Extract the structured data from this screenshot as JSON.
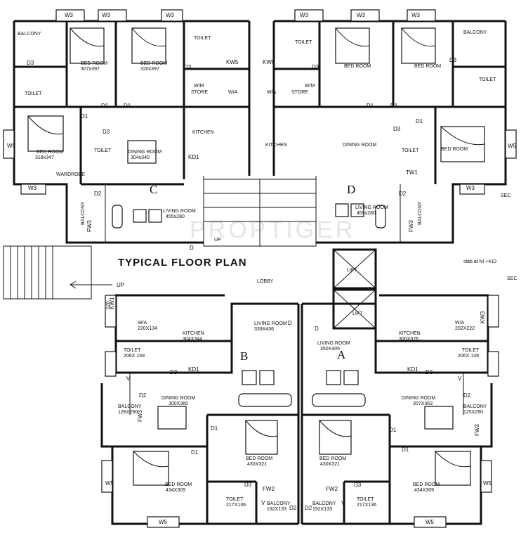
{
  "title": "TYPICAL FLOOR PLAN",
  "watermark": "PROPTIGER",
  "notes": {
    "slab": "slab at lvl +410",
    "lobby": "LOBBY",
    "up1": "UP",
    "up2": "UP"
  },
  "flats": [
    "A",
    "B",
    "C",
    "D"
  ],
  "rooms": {
    "c_balcony_top": "BALCONY",
    "c_bed1": "BED ROOM",
    "c_bed1_size": "307x397",
    "c_bed2": "BED ROOM",
    "c_bed2_size": "320x397",
    "c_toilet1": "TOILET",
    "c_toilet2": "TOILET",
    "c_toilet3": "TOILET",
    "c_store": "STORE",
    "c_wm": "W/M",
    "c_wa": "W/A",
    "c_kitchen": "KITCHEN",
    "c_bed3": "BED ROOM",
    "c_bed3_size": "318x347",
    "c_wardrobe": "WARDROBE",
    "c_dining": "DINING ROOM",
    "c_dining_size": "304x340",
    "c_living": "LIVING ROOM",
    "c_living_size": "455x280",
    "c_balcony_side": "BALCONY",
    "d_balcony_top": "BALCONY",
    "d_bed1": "BED ROOM",
    "d_bed2": "BED ROOM",
    "d_toilet1": "TOILET",
    "d_toilet2": "TOILET",
    "d_toilet3": "TOILET",
    "d_store": "STORE",
    "d_wm": "W/M",
    "d_wa": "W/A",
    "d_kitchen": "KITCHEN",
    "d_dining": "DINING ROOM",
    "d_bed3": "BED ROOM",
    "d_living": "LIVING ROOM",
    "d_living_size": "455x280",
    "d_balcony_side": "BALCONY",
    "lift1": "LIFT",
    "lift2": "LIFT",
    "b_wa": "W/A",
    "b_wa_size": "220X134",
    "b_kitchen": "KITCHEN",
    "b_kitchen_size": "304X344",
    "b_living": "LIVING ROOM",
    "b_living_size": "339X436",
    "b_toilet1": "TOILET",
    "b_toilet1_size": "206X 159",
    "b_dining": "DINING ROOM",
    "b_dining_size": "300X360",
    "b_balcony_side": "BALCONY",
    "b_balcony_side_size": "128X290",
    "b_bed1": "BED ROOM",
    "b_bed1_size": "430X321",
    "b_bed2": "BED ROOM",
    "b_bed2_size": "434X309",
    "b_toilet2": "TOILET",
    "b_toilet2_size": "217X136",
    "b_balcony_bot": "BALCONY",
    "b_balcony_bot_size": "192X133",
    "a_wa": "W/A",
    "a_wa_size": "202X222",
    "a_kitchen": "KITCHEN",
    "a_kitchen_size": "300X376",
    "a_living": "LIVING ROOM",
    "a_living_size": "350X405",
    "a_toilet1": "TOILET",
    "a_toilet1_size": "206X 139",
    "a_dining": "DINING ROOM",
    "a_dining_size": "307X363",
    "a_balcony_side": "BALCONY",
    "a_balcony_side_size": "125X290",
    "a_bed1": "BED ROOM",
    "a_bed1_size": "430X321",
    "a_bed2": "BED ROOM",
    "a_bed2_size": "434X309",
    "a_toilet2": "TOILET",
    "a_toilet2_size": "217X136",
    "a_balcony_bot": "BALCONY",
    "a_balcony_bot_size": "192X133"
  },
  "tags": {
    "w3": "W3",
    "w5": "W5",
    "d1": "D1",
    "d2": "D2",
    "d3": "D3",
    "kw5": "KW5",
    "kd1": "KD1",
    "fw3": "FW3",
    "fw2": "FW2",
    "kw1": "KW1",
    "kw3": "KW3",
    "tw1": "TW1",
    "v": "V",
    "d": "D",
    "dim120": "120",
    "sec": "SEC"
  }
}
